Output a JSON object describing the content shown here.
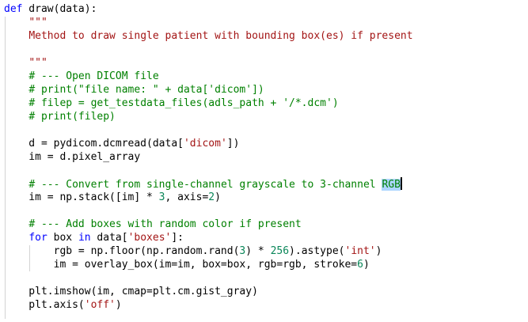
{
  "editor": {
    "background": "#ffffff",
    "theme": {
      "keyword": "#0000ff",
      "comment": "#008000",
      "string": "#a31515",
      "number": "#098658",
      "plain": "#000000",
      "word_highlight": "#add6ff",
      "indent_guide": "#d3d3d3",
      "caret": "#000000",
      "background": "#ffffff"
    },
    "highlighted_word": "RGB",
    "code_lines": [
      {
        "tokens": [
          {
            "text": "def",
            "type": "keyword"
          },
          {
            "text": " draw(data):",
            "type": "plain"
          }
        ]
      },
      {
        "tokens": [
          {
            "text": "    ",
            "type": "plain"
          },
          {
            "text": "\"\"\"",
            "type": "string"
          }
        ]
      },
      {
        "tokens": [
          {
            "text": "    ",
            "type": "plain"
          },
          {
            "text": "Method to draw single patient with bounding box(es) if present",
            "type": "string"
          }
        ]
      },
      {
        "tokens": []
      },
      {
        "tokens": [
          {
            "text": "    ",
            "type": "plain"
          },
          {
            "text": "\"\"\"",
            "type": "string"
          }
        ]
      },
      {
        "tokens": [
          {
            "text": "    ",
            "type": "plain"
          },
          {
            "text": "# --- Open DICOM file",
            "type": "comment"
          }
        ]
      },
      {
        "tokens": [
          {
            "text": "    ",
            "type": "plain"
          },
          {
            "text": "# print(\"file name: \" + data['dicom'])",
            "type": "comment"
          }
        ]
      },
      {
        "tokens": [
          {
            "text": "    ",
            "type": "plain"
          },
          {
            "text": "# filep = get_testdata_files(adls_path + '/*.dcm')",
            "type": "comment"
          }
        ]
      },
      {
        "tokens": [
          {
            "text": "    ",
            "type": "plain"
          },
          {
            "text": "# print(filep)",
            "type": "comment"
          }
        ]
      },
      {
        "tokens": []
      },
      {
        "tokens": [
          {
            "text": "    d = pydicom.dcmread(data[",
            "type": "plain"
          },
          {
            "text": "'dicom'",
            "type": "string"
          },
          {
            "text": "])",
            "type": "plain"
          }
        ]
      },
      {
        "tokens": [
          {
            "text": "    im = d.pixel_array",
            "type": "plain"
          }
        ]
      },
      {
        "tokens": []
      },
      {
        "tokens": [
          {
            "text": "    ",
            "type": "plain"
          },
          {
            "text": "# --- Convert from single-channel grayscale to 3-channel ",
            "type": "comment"
          },
          {
            "text": "RGB",
            "type": "comment",
            "highlighted": true,
            "caret_after": true
          }
        ]
      },
      {
        "tokens": [
          {
            "text": "    im = np.stack([im] * ",
            "type": "plain"
          },
          {
            "text": "3",
            "type": "number"
          },
          {
            "text": ", axis=",
            "type": "plain"
          },
          {
            "text": "2",
            "type": "number"
          },
          {
            "text": ")",
            "type": "plain"
          }
        ]
      },
      {
        "tokens": []
      },
      {
        "tokens": [
          {
            "text": "    ",
            "type": "plain"
          },
          {
            "text": "# --- Add boxes with random color if present",
            "type": "comment"
          }
        ]
      },
      {
        "tokens": [
          {
            "text": "    ",
            "type": "plain"
          },
          {
            "text": "for",
            "type": "keyword"
          },
          {
            "text": " box ",
            "type": "plain"
          },
          {
            "text": "in",
            "type": "keyword"
          },
          {
            "text": " data[",
            "type": "plain"
          },
          {
            "text": "'boxes'",
            "type": "string"
          },
          {
            "text": "]:",
            "type": "plain"
          }
        ]
      },
      {
        "tokens": [
          {
            "text": "        rgb = np.floor(np.random.rand(",
            "type": "plain"
          },
          {
            "text": "3",
            "type": "number"
          },
          {
            "text": ") * ",
            "type": "plain"
          },
          {
            "text": "256",
            "type": "number"
          },
          {
            "text": ").astype(",
            "type": "plain"
          },
          {
            "text": "'int'",
            "type": "string"
          },
          {
            "text": ")",
            "type": "plain"
          }
        ]
      },
      {
        "tokens": [
          {
            "text": "        im = overlay_box(im=im, box=box, rgb=rgb, stroke=",
            "type": "plain"
          },
          {
            "text": "6",
            "type": "number"
          },
          {
            "text": ")",
            "type": "plain"
          }
        ]
      },
      {
        "tokens": []
      },
      {
        "tokens": [
          {
            "text": "    plt.imshow(im, cmap=plt.cm.gist_gray)",
            "type": "plain"
          }
        ]
      },
      {
        "tokens": [
          {
            "text": "    plt.axis(",
            "type": "plain"
          },
          {
            "text": "'off'",
            "type": "string"
          },
          {
            "text": ")",
            "type": "plain"
          }
        ]
      }
    ]
  }
}
